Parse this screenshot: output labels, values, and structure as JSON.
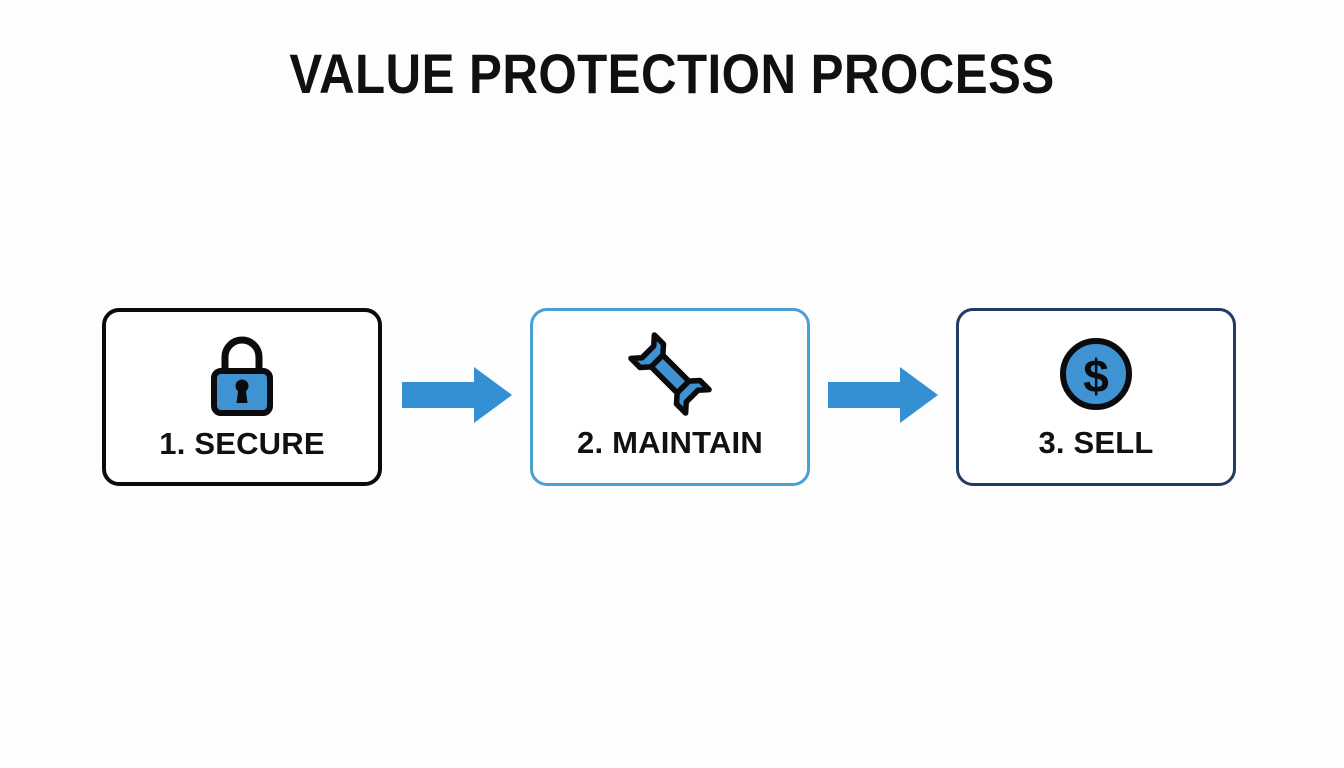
{
  "slide": {
    "title": "VALUE PROTECTION PROCESS",
    "background_color": "#fdfdfe"
  },
  "colors": {
    "accent_blue": "#3490d2",
    "icon_blue": "#3f93d3",
    "outline_black": "#0b0b0d",
    "border_light_blue": "#4a9fd5",
    "border_navy": "#1f3c62",
    "text_black": "#111113"
  },
  "steps": [
    {
      "number": "1.",
      "label": "1. SECURE",
      "icon": "padlock-icon",
      "border_color": "#0b0b0d"
    },
    {
      "number": "2.",
      "label": "2. MAINTAIN",
      "icon": "wrench-icon",
      "border_color": "#4a9fd5"
    },
    {
      "number": "3.",
      "label": "3. SELL",
      "icon": "dollar-coin-icon",
      "border_color": "#1f3c62"
    }
  ],
  "connectors": [
    {
      "name": "arrow-right",
      "from": "1. SECURE",
      "to": "2. MAINTAIN",
      "color": "#3490d2"
    },
    {
      "name": "arrow-right",
      "from": "2. MAINTAIN",
      "to": "3. SELL",
      "color": "#3490d2"
    }
  ]
}
